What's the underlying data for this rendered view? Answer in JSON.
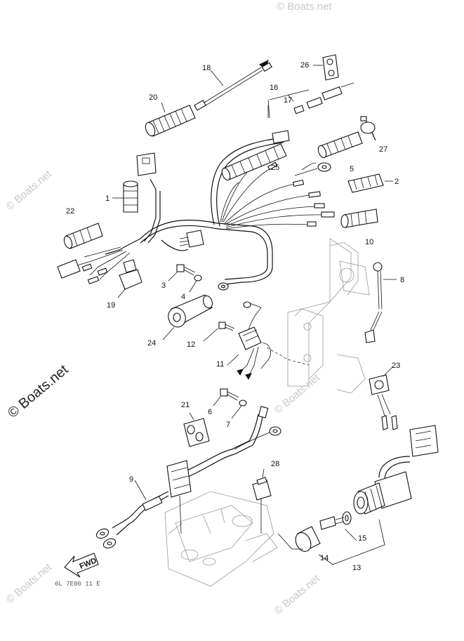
{
  "watermark": {
    "text": "© Boats.net",
    "big_text": "© Boats.net"
  },
  "drawing_code": "6L 7E00 11 E",
  "fwd_label": "FWD",
  "callouts": {
    "c1": "1",
    "c2": "2",
    "c3": "3",
    "c4": "4",
    "c5": "5",
    "c6": "6",
    "c7": "7",
    "c8": "8",
    "c9": "9",
    "c10": "10",
    "c11": "11",
    "c12": "12",
    "c13": "13",
    "c14": "14",
    "c15": "15",
    "c16": "16",
    "c17": "17",
    "c18": "18",
    "c19": "19",
    "c20": "20",
    "c21": "21",
    "c22": "22",
    "c23": "23",
    "c24": "24",
    "c25": "25",
    "c26": "26",
    "c27": "27",
    "c28": "28"
  }
}
